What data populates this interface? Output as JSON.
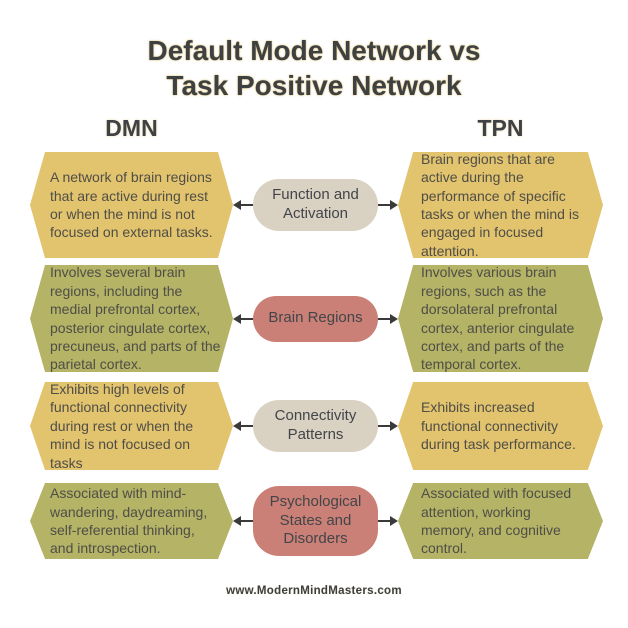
{
  "title": {
    "line1": "Default Mode Network vs",
    "line2": "Task Positive Network"
  },
  "columns": {
    "left_header": "DMN",
    "right_header": "TPN"
  },
  "rows": [
    {
      "category": "Function and Activation",
      "dmn": "A network of brain regions that are active during rest or when the mind is not focused on external tasks.",
      "tpn": "Brain regions that are active during the performance of specific tasks or when the mind is engaged in focused attention.",
      "box_color": "#e2c36e",
      "pill_color": "#d9d1c2"
    },
    {
      "category": "Brain Regions",
      "dmn": "Involves several brain regions, including the medial prefrontal cortex, posterior cingulate cortex, precuneus, and parts of the parietal cortex.",
      "tpn": "Involves various brain regions, such as the dorsolateral prefrontal cortex, anterior cingulate cortex, and parts of the temporal cortex.",
      "box_color": "#b4b366",
      "pill_color": "#ca8076"
    },
    {
      "category": "Connectivity Patterns",
      "dmn": "Exhibits high levels of functional connectivity during rest or when the mind is not focused on tasks",
      "tpn": "Exhibits increased functional connectivity during task performance.",
      "box_color": "#e2c36e",
      "pill_color": "#d9d1c2"
    },
    {
      "category": "Psychological States and Disorders",
      "dmn": "Associated with mind-wandering, daydreaming, self-referential thinking, and introspection.",
      "tpn": "Associated with focused attention, working memory, and cognitive control.",
      "box_color": "#b4b366",
      "pill_color": "#ca8076"
    }
  ],
  "footer": {
    "website": "www.ModernMindMasters.com"
  },
  "colors": {
    "background": "#ffffff",
    "yellow_box": "#e2c36e",
    "olive_box": "#b4b366",
    "beige_pill": "#d9d1c2",
    "salmon_pill": "#ca8076",
    "arrow": "#3a3a3a",
    "title_text": "#3e4144",
    "body_text": "#4f4e47"
  }
}
